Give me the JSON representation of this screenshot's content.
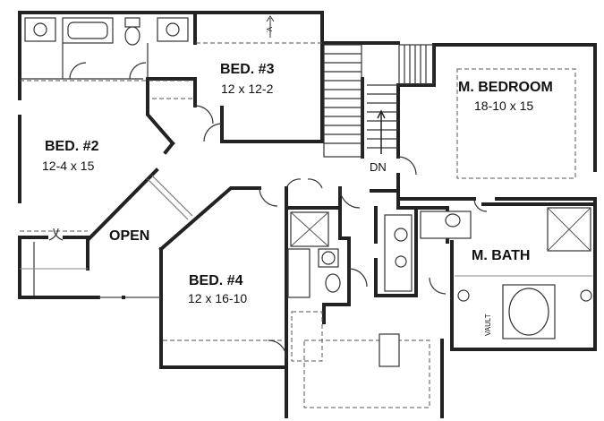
{
  "rooms": {
    "bed3": {
      "name": "BED. #3",
      "dims": "12 x 12-2"
    },
    "master_bedroom": {
      "name": "M. BEDROOM",
      "dims": "18-10 x 15"
    },
    "bed2": {
      "name": "BED. #2",
      "dims": "12-4 x 15"
    },
    "open": {
      "name": "OPEN"
    },
    "master_bath": {
      "name": "M. BATH"
    },
    "bed4": {
      "name": "BED. #4",
      "dims": "12 x 16-10"
    }
  },
  "labels": {
    "stair_down": "DN",
    "vault": "VAULT",
    "v_mark": "V."
  }
}
